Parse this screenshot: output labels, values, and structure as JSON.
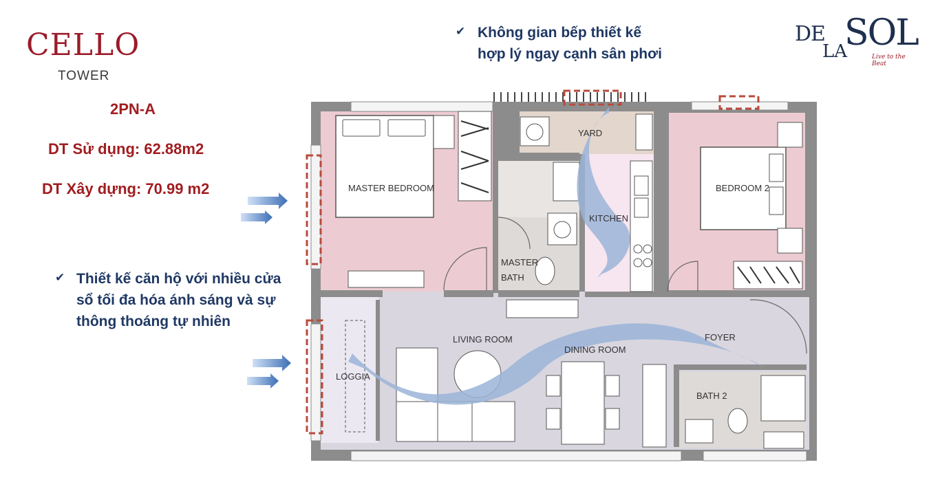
{
  "logo_left": {
    "word": "CELLO",
    "sub": "TOWER"
  },
  "logo_right": {
    "de": "DE",
    "la": "LA",
    "sol": "SOL",
    "tagline": "Live to the Beat"
  },
  "unit": {
    "code": "2PN-A",
    "usable_area": "DT Sử dụng: 62.88m2",
    "built_area": "DT Xây dựng: 70.99 m2"
  },
  "notes": {
    "kitchen": [
      "Không gian bếp thiết kế",
      "hợp lý ngay cạnh sân phơi"
    ],
    "windows": [
      "Thiết kế căn hộ với nhiều cửa",
      "sổ tối đa hóa ánh sáng và sự",
      "thông thoáng tự nhiên"
    ]
  },
  "rooms": {
    "master_bedroom": "MASTER BEDROOM",
    "yard": "YARD",
    "kitchen": "KITCHEN",
    "bedroom2": "BEDROOM 2",
    "master_bath_1": "MASTER",
    "master_bath_2": "BATH",
    "living_room": "LIVING ROOM",
    "dining_room": "DINING ROOM",
    "foyer": "FOYER",
    "bath2": "BATH 2",
    "loggia": "LOGGIA"
  },
  "colors": {
    "brand_red": "#a11d21",
    "note_navy": "#1f3864",
    "bedroom_pink": "#ecccd2",
    "living_lavender": "#d9d6df",
    "kitchen_pink": "#f7e6ef",
    "yard_beige": "#e3d6cc",
    "bath_gray": "#dedad7",
    "arrow_blue": "#3d6fb6"
  },
  "icons": [
    "check-icon",
    "wind-arrow-icon",
    "window-highlight-marker",
    "airflow-arrow-icon"
  ]
}
